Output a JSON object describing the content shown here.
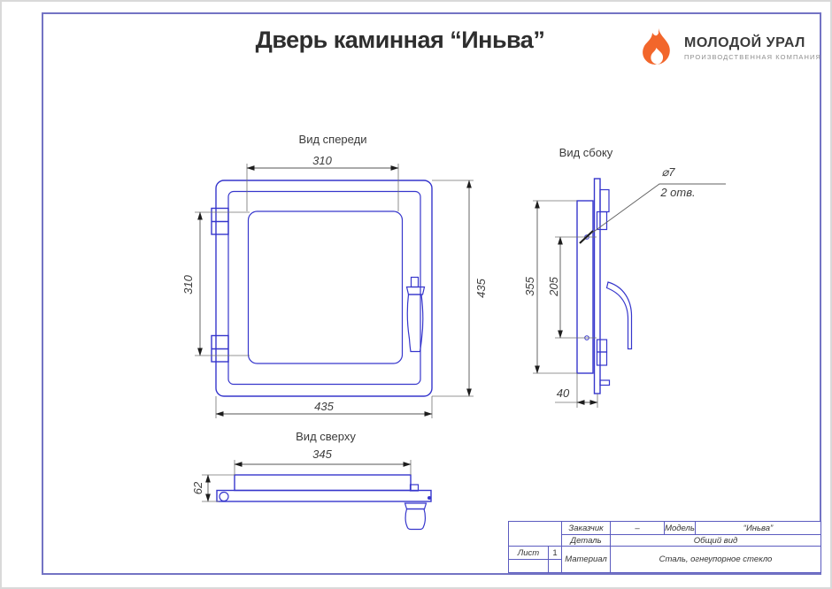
{
  "page": {
    "title": "Дверь каминная “Иньва”"
  },
  "logo": {
    "name": "МОЛОДОЙ УРАЛ",
    "subtitle": "ПРОИЗВОДСТВЕННАЯ КОМПАНИЯ",
    "flame_color": "#F2662B"
  },
  "views": {
    "front": {
      "label": "Вид спереди",
      "dims": {
        "top_width": "310",
        "left_height": "310",
        "right_height": "435",
        "bottom_width": "435"
      }
    },
    "side": {
      "label": "Вид сбоку",
      "dims": {
        "outer_height": "355",
        "hole_spacing": "205",
        "depth": "40"
      },
      "hole_note": {
        "diameter": "⌀7",
        "count": "2 отв."
      }
    },
    "top": {
      "label": "Вид сверху",
      "dims": {
        "width": "345",
        "depth": "62"
      }
    }
  },
  "title_block": {
    "customer_label": "Заказчик",
    "customer_value": "–",
    "model_label": "Модель",
    "model_value": "“Иньва”",
    "part_label": "Деталь",
    "part_value": "Общий вид",
    "sheet_label": "Лист",
    "sheet_value": "1",
    "material_label": "Материал",
    "material_value": "Сталь, огнеупорное стекло"
  },
  "colors": {
    "drawing_blue": "#3636cc",
    "dimension_gray": "#606060",
    "frame_violet": "#7373c4"
  }
}
